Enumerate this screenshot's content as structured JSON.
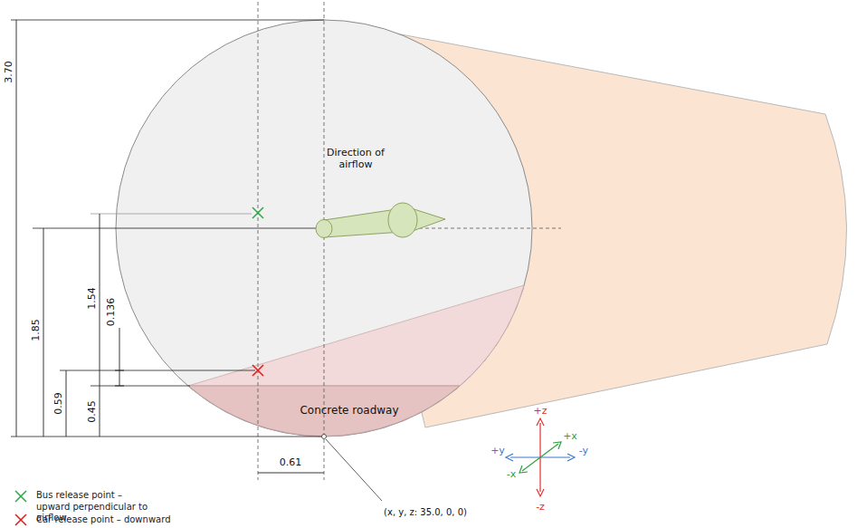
{
  "diagram": {
    "labels": [
      "3.70",
      "1.85",
      "1.54",
      "0.136",
      "0.59",
      "0.45",
      "0.61",
      "Direction of airflow",
      "Concrete roadway",
      "(x, y, z: 35.0, 0, 0)",
      "+z",
      "-z",
      "+y",
      "-y",
      "+x",
      "-x"
    ],
    "legend": [
      {
        "text": "Bus release point – upward perpendicular to airflow"
      },
      {
        "text": "Car release point – downward"
      }
    ]
  }
}
